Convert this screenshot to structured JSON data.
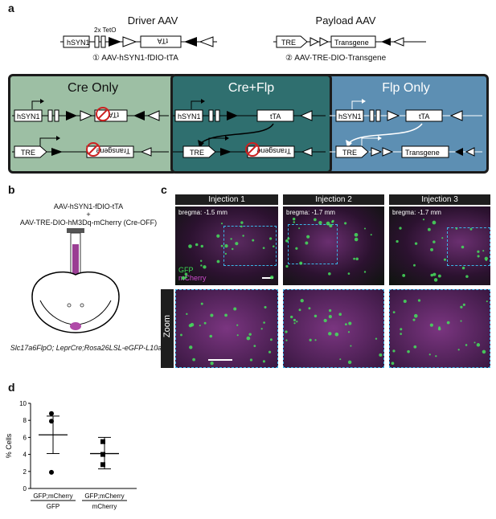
{
  "panel_a": {
    "label": "a",
    "driver_title": "Driver AAV",
    "tet_label": "2x TetO",
    "driver_promoter": "hSYN1",
    "driver_gene": "tTA",
    "driver_caption_num": "①",
    "driver_caption": "AAV-hSYN1-fDIO-tTA",
    "payload_title": "Payload AAV",
    "payload_promoter": "TRE",
    "payload_gene": "Transgene",
    "payload_caption_num": "②",
    "payload_caption": "AAV-TRE-DIO-Transgene",
    "boxes": [
      {
        "title": "Cre Only",
        "color": "#9dbfa4"
      },
      {
        "title": "Cre+Flp",
        "color": "#2f6f6f"
      },
      {
        "title": "Flp Only",
        "color": "#5d8fb3"
      }
    ],
    "hsyn": "hSYN1",
    "tta": "tTA",
    "tre": "TRE",
    "transgene": "Transgene"
  },
  "panel_b": {
    "label": "b",
    "line1": "AAV-hSYN1-fDIO-tTA",
    "plus": "+",
    "line2": "AAV-TRE-DIO-hM3Dq-mCherry (Cre-OFF)",
    "genotype": "Slc17a6FlpO; LeprCre;Rosa26LSL-eGFP-L10a"
  },
  "panel_c": {
    "label": "c",
    "injections": [
      "Injection 1",
      "Injection 2",
      "Injection 3"
    ],
    "bregma": [
      "bregma: -1.5 mm",
      "bregma: -1.7 mm",
      "bregma: -1.7 mm"
    ],
    "legend_gfp": "GFP",
    "legend_mcherry": "mCherry",
    "zoom": "Zoom"
  },
  "panel_d": {
    "label": "d",
    "chart_data": {
      "type": "scatter",
      "ylabel": "% Cells",
      "ylim": [
        0,
        10
      ],
      "yticks": [
        0,
        2,
        4,
        6,
        8,
        10
      ],
      "categories": [
        "GFP;mCherry",
        "GFP;mCherry"
      ],
      "category_sub": [
        "GFP",
        "mCherry"
      ],
      "series": [
        {
          "marker": "circle",
          "values": [
            8.8,
            7.9,
            1.9
          ],
          "mean": 6.3,
          "sem_upper": 8.5,
          "sem_lower": 4.1
        },
        {
          "marker": "square",
          "values": [
            5.5,
            4.0,
            2.8
          ],
          "mean": 4.1,
          "sem_upper": 6.0,
          "sem_lower": 2.3
        }
      ]
    }
  }
}
